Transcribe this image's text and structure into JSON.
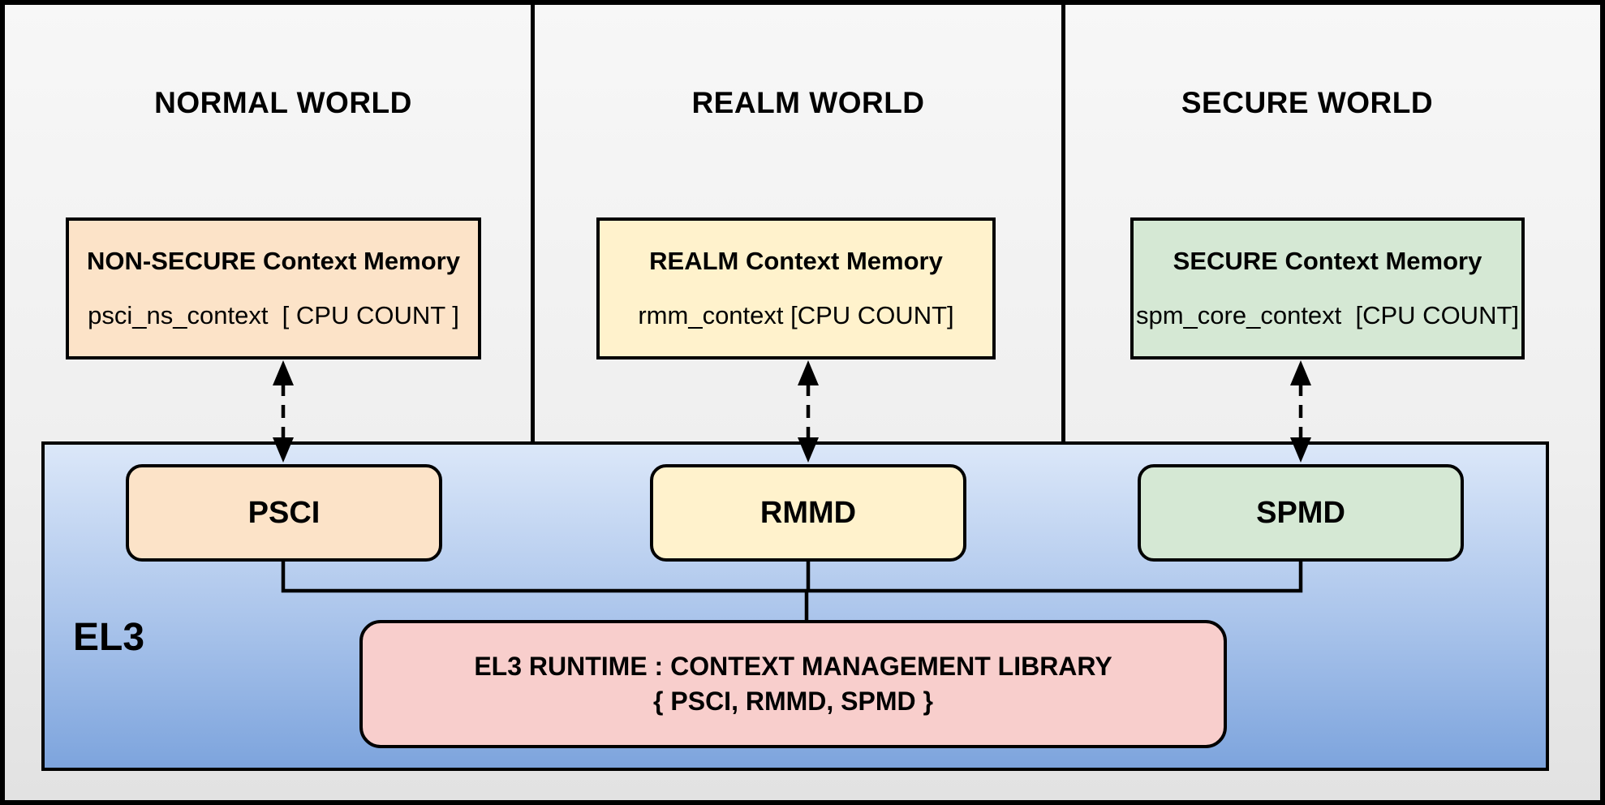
{
  "diagram": {
    "worlds": [
      {
        "title": "NORMAL WORLD",
        "memory_title": "NON-SECURE Context Memory",
        "memory_detail": "psci_ns_context  [ CPU COUNT ]",
        "dispatcher": "PSCI"
      },
      {
        "title": "REALM WORLD",
        "memory_title": "REALM Context Memory",
        "memory_detail": "rmm_context [CPU COUNT]",
        "dispatcher": "RMMD"
      },
      {
        "title": "SECURE WORLD",
        "memory_title": "SECURE Context Memory",
        "memory_detail": "spm_core_context  [CPU COUNT]",
        "dispatcher": "SPMD"
      }
    ],
    "el3": {
      "label": "EL3",
      "runtime_line1": "EL3 RUNTIME : CONTEXT MANAGEMENT LIBRARY",
      "runtime_line2": "{ PSCI, RMMD, SPMD }"
    },
    "colors": {
      "normal_world_accent": "#fce3c8",
      "realm_world_accent": "#fff2cc",
      "secure_world_accent": "#d5e8d4",
      "runtime_accent": "#f8cecc",
      "el3_band_top": "#dbe7f9",
      "el3_band_bottom": "#7da4dd",
      "border": "#000000",
      "background": "#efefef"
    }
  }
}
